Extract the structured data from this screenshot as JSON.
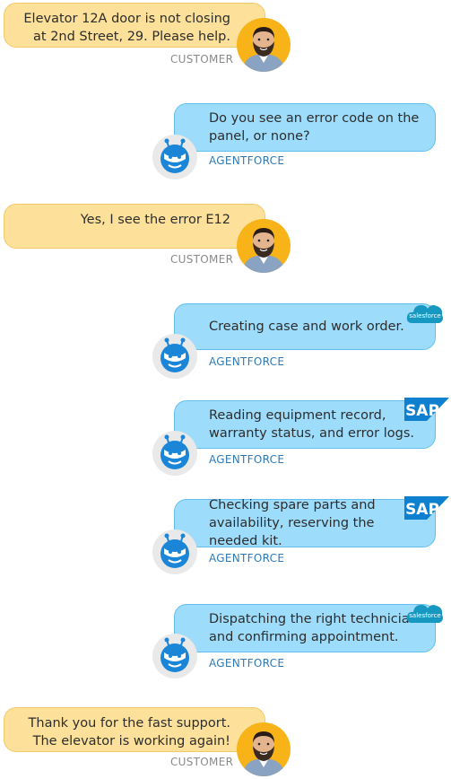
{
  "messages": [
    {
      "sender": "customer",
      "text": "Elevator 12A door is not closing at 2nd Street, 29. Please help.",
      "role_label": "CUSTOMER"
    },
    {
      "sender": "agent",
      "text": "Do you see an error code on the panel, or none?",
      "role_label": "AGENTFORCE"
    },
    {
      "sender": "customer",
      "text": "Yes, I see the error E12",
      "role_label": "CUSTOMER"
    },
    {
      "sender": "agent",
      "text": "Creating case and work order.",
      "role_label": "AGENTFORCE",
      "system": "salesforce"
    },
    {
      "sender": "agent",
      "text": "Reading equipment record, warranty status, and error logs.",
      "role_label": "AGENTFORCE",
      "system": "SAP"
    },
    {
      "sender": "agent",
      "text": "Checking spare parts and availability, reserving the needed kit.",
      "role_label": "AGENTFORCE",
      "system": "SAP"
    },
    {
      "sender": "agent",
      "text": "Dispatching the right technician and confirming appointment.",
      "role_label": "AGENTFORCE",
      "system": "salesforce"
    },
    {
      "sender": "customer",
      "text": "Thank you for the fast support. The elevator is working again!",
      "role_label": "CUSTOMER"
    }
  ],
  "colors": {
    "customer_bubble": "#fde19a",
    "agent_bubble": "#9edcfb",
    "agent_icon": "#1b86d8",
    "avatar_bg": "#f7b318",
    "salesforce_logo": "#1798c1",
    "sap_logo": "#0f80cf"
  },
  "icons": {
    "customer_avatar": "bearded-man-avatar",
    "agent_avatar": "agentforce-robot-icon",
    "salesforce": "salesforce-cloud-logo",
    "sap": "sap-logo"
  }
}
